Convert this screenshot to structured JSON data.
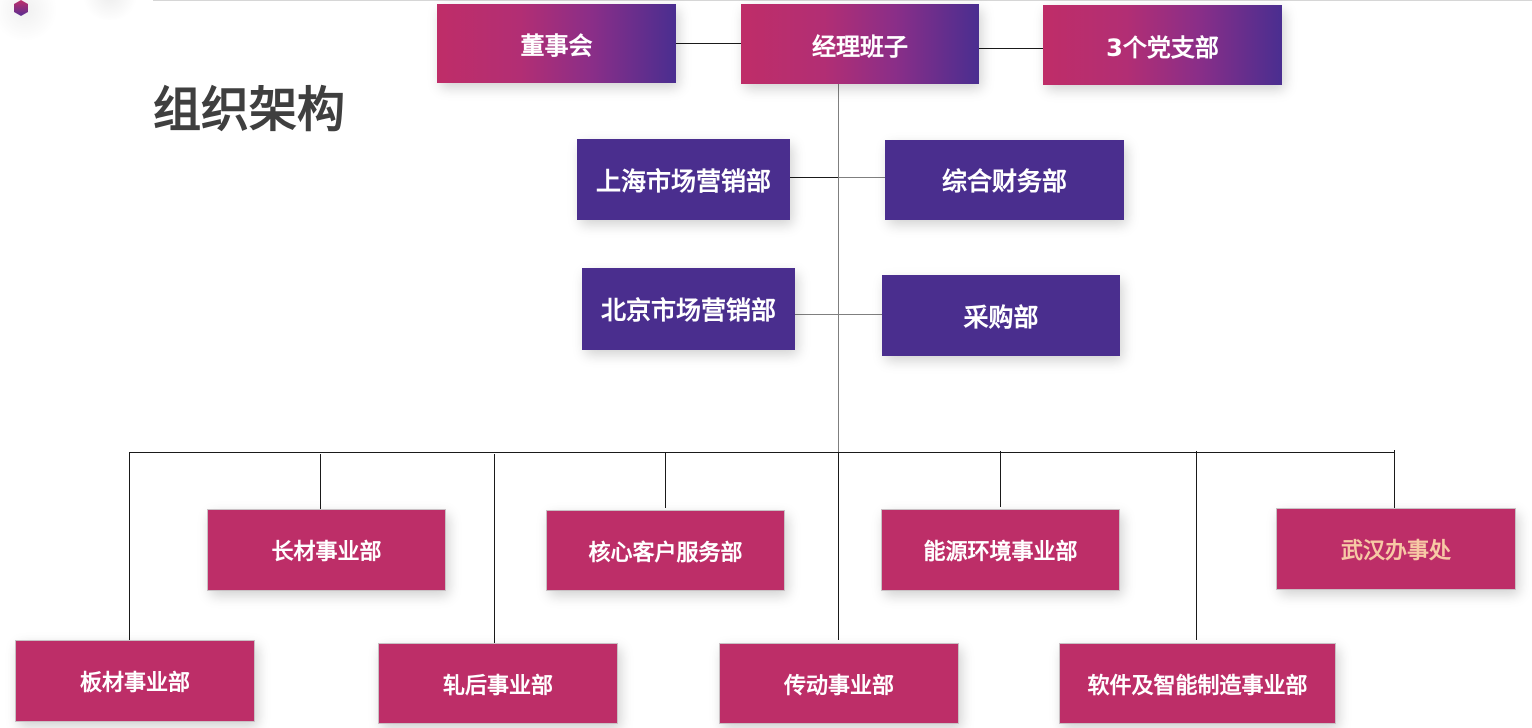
{
  "title": "组织架构",
  "colors": {
    "gradient_start": "#bf2d68",
    "gradient_end": "#4a2e90",
    "purple": "#4a2e8e",
    "magenta": "#bd2e68",
    "accent_text": "#f7c9a5",
    "title_text": "#3f3f3f"
  },
  "top_row": [
    {
      "label": "董事会"
    },
    {
      "label": "经理班子"
    },
    {
      "label": "3个党支部"
    }
  ],
  "middle": [
    {
      "label": "上海市场营销部"
    },
    {
      "label": "综合财务部"
    },
    {
      "label": "北京市场营销部"
    },
    {
      "label": "采购部"
    }
  ],
  "divisions_upper": [
    {
      "label": "长材事业部"
    },
    {
      "label": "核心客户服务部"
    },
    {
      "label": "能源环境事业部"
    },
    {
      "label": "武汉办事处"
    }
  ],
  "divisions_lower": [
    {
      "label": "板材事业部"
    },
    {
      "label": "轧后事业部"
    },
    {
      "label": "传动事业部"
    },
    {
      "label": "软件及智能制造事业部"
    }
  ]
}
